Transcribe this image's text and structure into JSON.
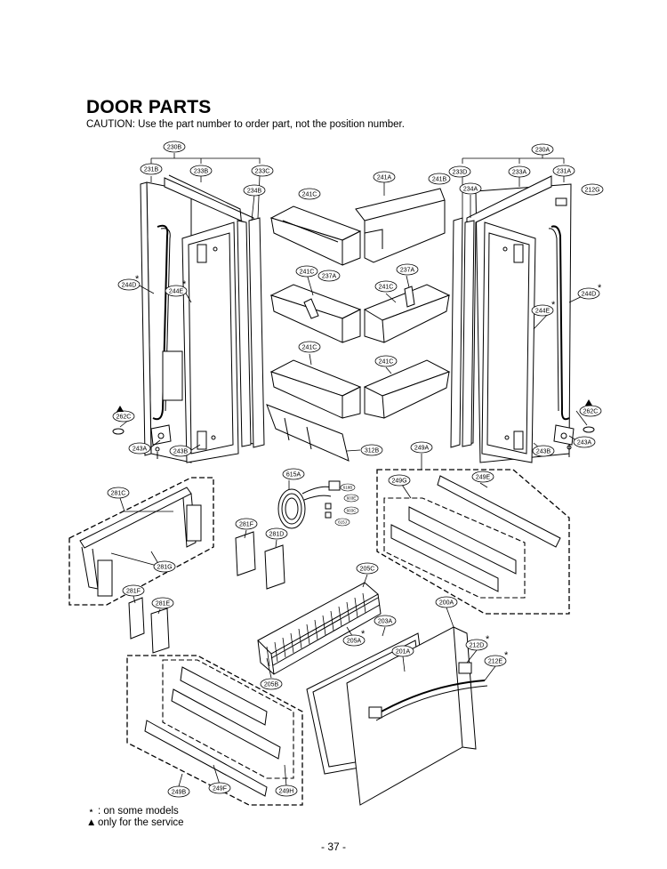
{
  "header": {
    "title": "DOOR PARTS",
    "caution": "CAUTION: Use the part number to order part, not the position number."
  },
  "legend": {
    "some_models_symbol": "⋆",
    "some_models_text": ": on some models",
    "service_symbol": "▲",
    "service_text": "only for the service"
  },
  "page_number": "- 37 -",
  "part_labels": {
    "p230B": "230B",
    "p231B": "231B",
    "p233B": "233B",
    "p233C": "233C",
    "p234B": "234B",
    "p241A": "241A",
    "p241B": "241B",
    "p241C": "241C",
    "p237A": "237A",
    "p230A": "230A",
    "p233D": "233D",
    "p233A": "233A",
    "p231A": "231A",
    "p234A": "234A",
    "p212G": "212G",
    "p244D": "244D",
    "p244E": "244E",
    "p262C": "262C",
    "p243A": "243A",
    "p243B": "243B",
    "p312B": "312B",
    "p615A": "615A",
    "p249A": "249A",
    "p249G": "249G",
    "p249E": "249E",
    "p281C": "281C",
    "p281G": "281G",
    "p281F": "281F",
    "p281D": "281D",
    "p281E": "281E",
    "p205C": "205C",
    "p205A": "205A",
    "p205B": "205B",
    "p203A": "203A",
    "p200A": "200A",
    "p201A": "201A",
    "p212D": "212D",
    "p212E": "212E",
    "p249B": "249B",
    "p249F": "249F",
    "p249H": "249H",
    "p618B": "618B",
    "p603E": "603E",
    "p603C": "603C",
    "p615J": "615J"
  }
}
